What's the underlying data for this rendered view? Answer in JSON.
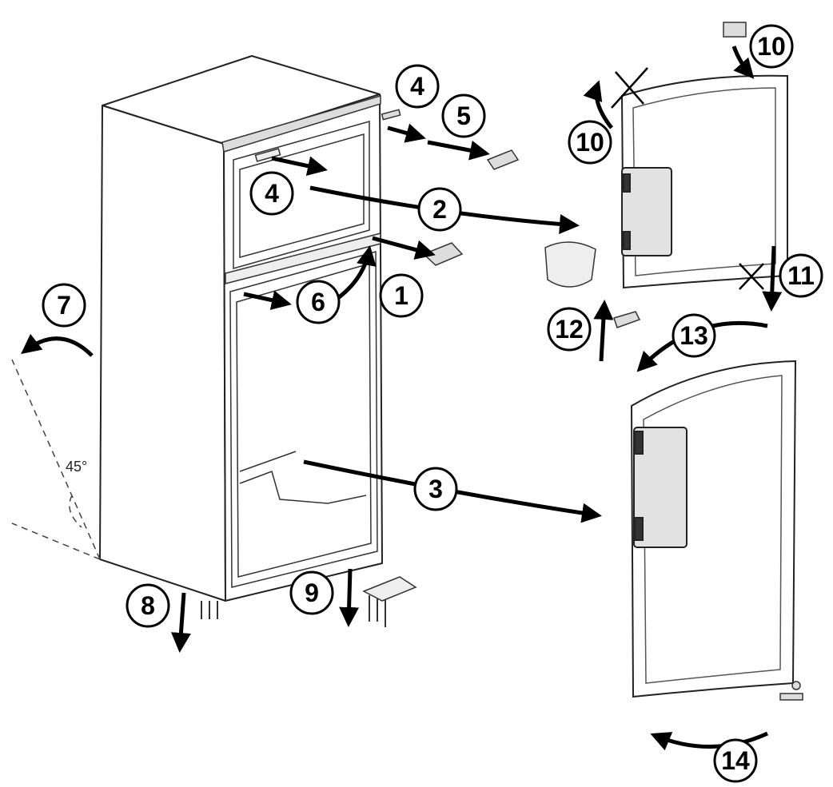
{
  "diagram": {
    "angle_label": "45°",
    "steps": [
      "1",
      "2",
      "3",
      "4",
      "4",
      "5",
      "6",
      "7",
      "8",
      "9",
      "10",
      "10",
      "11",
      "12",
      "13",
      "14"
    ]
  }
}
